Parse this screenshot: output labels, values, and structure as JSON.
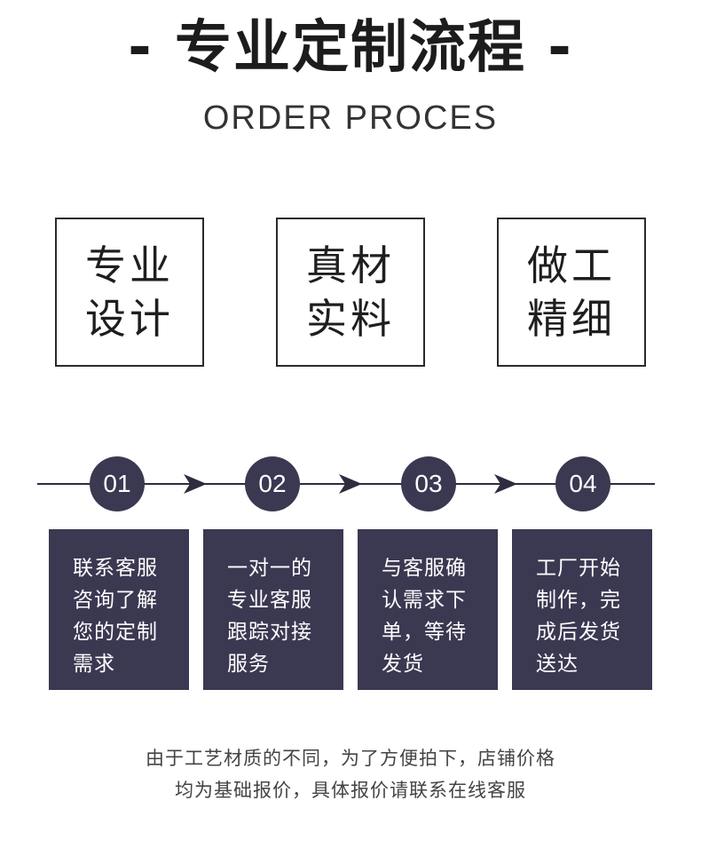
{
  "header": {
    "title": "- 专业定制流程 -",
    "subtitle": "ORDER PROCES"
  },
  "features": [
    {
      "line1": "专业",
      "line2": "设计"
    },
    {
      "line1": "真材",
      "line2": "实料"
    },
    {
      "line1": "做工",
      "line2": "精细"
    }
  ],
  "steps": [
    {
      "number": "01",
      "lines": [
        "联系客服",
        "咨询了解",
        "您的定制",
        "需求"
      ]
    },
    {
      "number": "02",
      "lines": [
        "一对一的",
        "专业客服",
        "跟踪对接",
        "服务"
      ]
    },
    {
      "number": "03",
      "lines": [
        "与客服确",
        "认需求下",
        "单，等待",
        "发货"
      ]
    },
    {
      "number": "04",
      "lines": [
        "工厂开始",
        "制作，完",
        "成后发货",
        "送达"
      ]
    }
  ],
  "footer": {
    "line1": "由于工艺材质的不同，为了方便拍下，店铺价格",
    "line2": "均为基础报价，具体报价请联系在线客服"
  },
  "colors": {
    "accent": "#3b3852",
    "text": "#1e1e1e",
    "background": "#ffffff"
  },
  "icons": [
    "arrow-right-icon"
  ]
}
